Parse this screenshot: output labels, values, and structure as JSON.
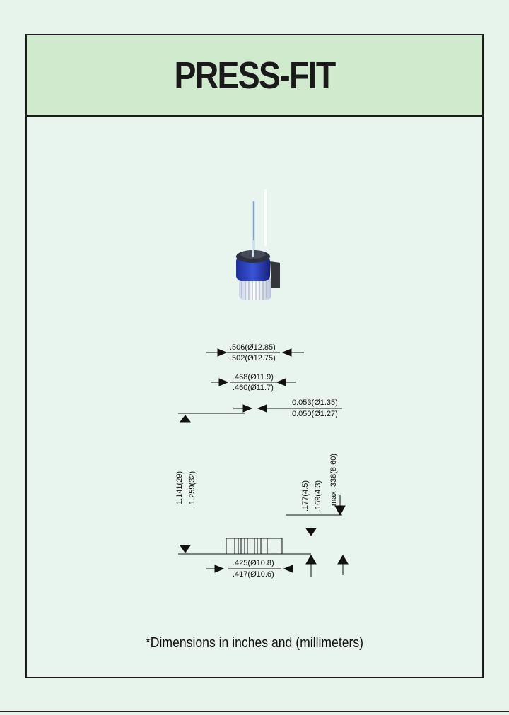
{
  "title": "PRESS-FIT",
  "dimensions": {
    "outer_dia_max": ".506(Ø12.85)",
    "outer_dia_min": ".502(Ø12.75)",
    "body_dia_max": ".468(Ø11.9)",
    "body_dia_min": ".460(Ø11.7)",
    "lead_dia_max": "0.053(Ø1.35)",
    "lead_dia_min": "0.050(Ø1.27)",
    "total_len_min": "1.141(29)",
    "total_len_max": "1.259(32)",
    "body_len_max": ".177(4.5)",
    "body_len_min": ".169(4.3)",
    "cap_len": "max .338(8.60)",
    "knurl_dia_max": ".425(Ø10.8)",
    "knurl_dia_min": ".417(Ø10.6)"
  },
  "footnote": "*Dimensions in inches and (millimeters)",
  "colors": {
    "header": "#cfeacd",
    "background": "#e6f4ec",
    "cap": "#2233aa",
    "knurl": "#e8eef8"
  }
}
